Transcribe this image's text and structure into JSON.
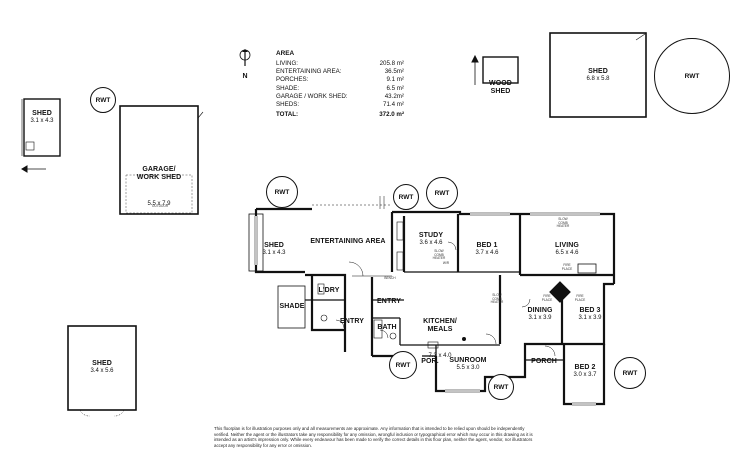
{
  "area": {
    "heading": "AREA",
    "rows": [
      {
        "label": "LIVING:",
        "value": "205.8 m²"
      },
      {
        "label": "ENTERTAINING AREA:",
        "value": "36.5m²"
      },
      {
        "label": "PORCHES:",
        "value": "9.1 m²"
      },
      {
        "label": "SHADE:",
        "value": "6.5 m²"
      },
      {
        "label": "GARAGE / WORK SHED:",
        "value": "43.2m²"
      },
      {
        "label": "SHEDS:",
        "value": "71.4 m²"
      }
    ],
    "total": {
      "label": "TOTAL:",
      "value": "372.0 m²"
    }
  },
  "north_label": "N",
  "rooms": {
    "shed_topleft": {
      "name": "SHED",
      "dims": "3.1 x 4.3"
    },
    "garage": {
      "name": "GARAGE/\nWORK SHED",
      "dims": "5.5 x 7.9"
    },
    "wood_shed": {
      "name": "WOOD\nSHED",
      "dims": ""
    },
    "shed_topright": {
      "name": "SHED",
      "dims": "6.8 x 5.8"
    },
    "shed_house": {
      "name": "SHED",
      "dims": "3.1 x 4.3"
    },
    "entertaining": {
      "name": "ENTERTAINING AREA",
      "dims": ""
    },
    "study": {
      "name": "STUDY",
      "dims": "3.6 x 4.6"
    },
    "bed1": {
      "name": "BED 1",
      "dims": "3.7 x 4.6"
    },
    "living": {
      "name": "LIVING",
      "dims": "6.5 x 4.6"
    },
    "ldry": {
      "name": "L'DRY",
      "dims": ""
    },
    "entry1": {
      "name": "ENTRY",
      "dims": ""
    },
    "entry2": {
      "name": "ENTRY",
      "dims": ""
    },
    "shade": {
      "name": "SHADE",
      "dims": ""
    },
    "bath": {
      "name": "BATH",
      "dims": ""
    },
    "kitchen": {
      "name": "KITCHEN/\nMEALS",
      "dims": "7.3 x 4.0"
    },
    "dining": {
      "name": "DINING",
      "dims": "3.1 x 3.9"
    },
    "bed3": {
      "name": "BED 3",
      "dims": "3.1 x 3.9"
    },
    "sunroom": {
      "name": "SUNROOM",
      "dims": "5.5 x 3.0"
    },
    "por": {
      "name": "POR.",
      "dims": ""
    },
    "porch": {
      "name": "PORCH",
      "dims": ""
    },
    "bed2": {
      "name": "BED 2",
      "dims": "3.0 x 3.7"
    },
    "shed_bottom": {
      "name": "SHED",
      "dims": "3.4 x 5.6"
    }
  },
  "rwt_label": "RWT",
  "small_labels": {
    "slow_comb_heater_1": "SLOW\nCOMB\nHEATER",
    "slow_comb_heater_2": "SLOW\nCOMB\nHEATER",
    "slow_comb_heater_3": "SLOW\nCOMB\nHEATER",
    "fire_place_1": "FIRE\nPLACE",
    "fire_place_2": "FIRE\nPLACE",
    "fire_place_3": "FIRE\nPLACE",
    "bench": "BENCH",
    "wir": "W/R",
    "outdoor": "OUTDOOR"
  },
  "disclaimer": "This floorplan is for illustration purposes only and all measurements are approximate. Any information that is intended to be relied upon should be independently verified. Neither the agent or the illustrators take any responsibility for any omission, wrongful inclusion or typographical error which may occur in this drawing as it is intended as an artist's impression only. While every endeavour has been made to verify the correct details in this floor plan, neither the agent, vendor, nor illustrators accept any responsibility for any error or omission."
}
